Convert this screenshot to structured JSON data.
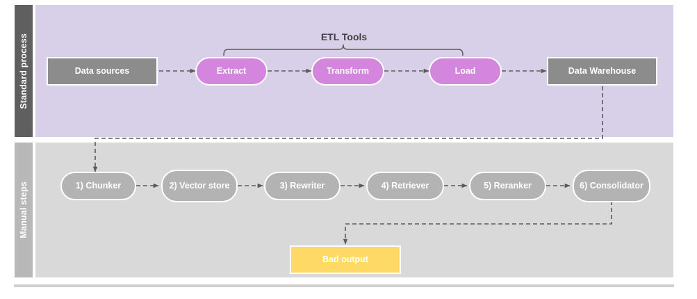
{
  "diagram": {
    "title": "ETL and manual RAG pipeline swimlane diagram",
    "lanes": [
      {
        "id": "standard",
        "label": "Standard process",
        "band_color": "#5f5f5f",
        "body_color": "#d8d0e8"
      },
      {
        "id": "manual",
        "label": "Manual steps",
        "band_color": "#b8b8b8",
        "body_color": "#d9d9d9"
      }
    ],
    "annotations": {
      "etl_bracket_label": "ETL Tools"
    },
    "standard_process": {
      "nodes": [
        {
          "id": "data-sources",
          "label": "Data sources",
          "shape": "rect",
          "color": "#8c8c8c"
        },
        {
          "id": "extract",
          "label": "Extract",
          "shape": "pill",
          "color": "#d485dd"
        },
        {
          "id": "transform",
          "label": "Transform",
          "shape": "pill",
          "color": "#d485dd"
        },
        {
          "id": "load",
          "label": "Load",
          "shape": "pill",
          "color": "#d485dd"
        },
        {
          "id": "data-warehouse",
          "label": "Data Warehouse",
          "shape": "rect",
          "color": "#8c8c8c"
        }
      ]
    },
    "manual_steps": {
      "nodes": [
        {
          "id": "chunker",
          "label": "1) Chunker",
          "shape": "pill",
          "color": "#b3b3b3"
        },
        {
          "id": "vector-store",
          "label": "2) Vector store",
          "shape": "pill",
          "color": "#b3b3b3"
        },
        {
          "id": "rewriter",
          "label": "3) Rewriter",
          "shape": "pill",
          "color": "#b3b3b3"
        },
        {
          "id": "retriever",
          "label": "4) Retriever",
          "shape": "pill",
          "color": "#b3b3b3"
        },
        {
          "id": "reranker",
          "label": "5) Reranker",
          "shape": "pill",
          "color": "#b3b3b3"
        },
        {
          "id": "consolidator",
          "label": "6) Consolidator",
          "shape": "pill",
          "color": "#b3b3b3"
        }
      ],
      "output": {
        "id": "bad-output",
        "label": "Bad output",
        "shape": "rect",
        "color": "#ffd966"
      }
    },
    "connector_color": "#5a5a5a"
  }
}
